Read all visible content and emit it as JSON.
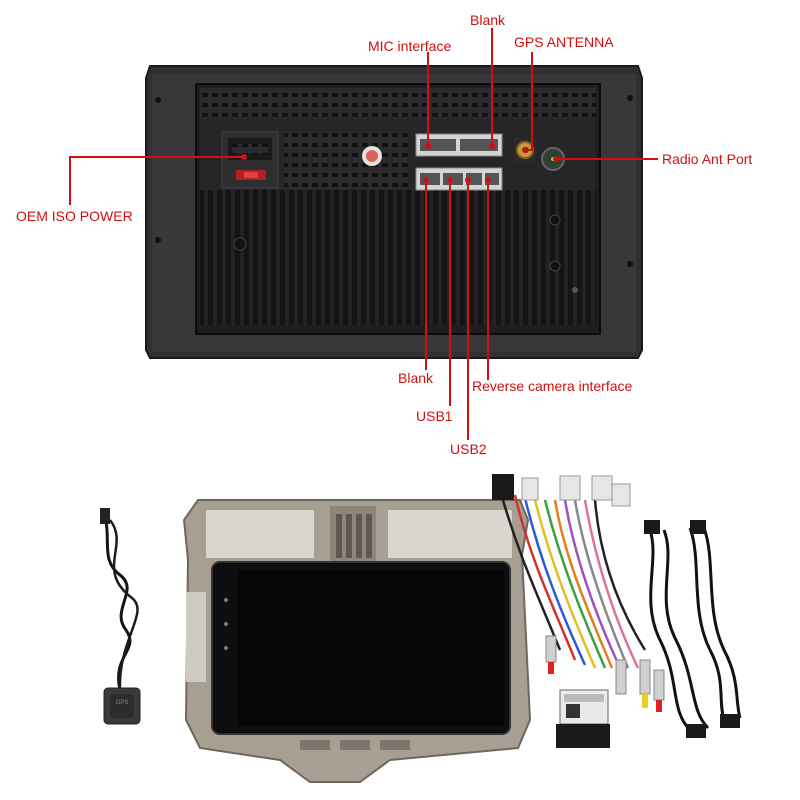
{
  "labels": {
    "blank_top": "Blank",
    "mic": "MIC interface",
    "gps": "GPS ANTENNA",
    "radio": "Radio Ant Port",
    "oem": "OEM ISO POWER",
    "blank_bottom": "Blank",
    "reverse_camera": "Reverse camera interface",
    "usb1": "USB1",
    "usb2": "USB2"
  },
  "colors": {
    "annotation": "#d01010",
    "unit_body": "#2a2a2c",
    "bezel": "#a89f94"
  },
  "accessories": {
    "gps_module_text": "GPS"
  }
}
